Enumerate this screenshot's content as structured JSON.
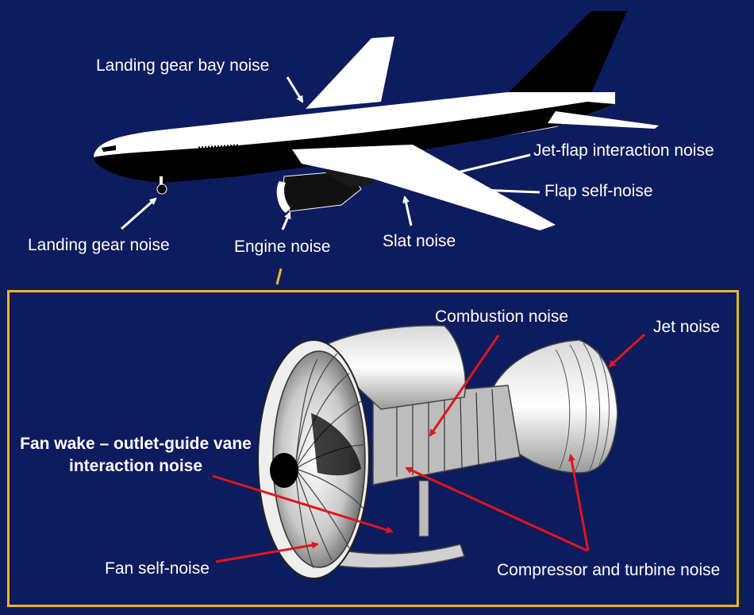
{
  "aircraft_labels": {
    "landing_gear_bay": "Landing gear bay noise",
    "jet_flap": "Jet-flap interaction noise",
    "flap_self": "Flap self-noise",
    "landing_gear": "Landing gear noise",
    "engine": "Engine noise",
    "slat": "Slat noise"
  },
  "engine_labels": {
    "combustion": "Combustion noise",
    "jet": "Jet noise",
    "fan_wake_line1": "Fan wake – outlet-guide vane",
    "fan_wake_line2": "interaction noise",
    "fan_self": "Fan self-noise",
    "compressor_turbine": "Compressor and turbine noise"
  },
  "colors": {
    "background": "#0d1c5e",
    "frame": "#f2b51c",
    "aircraft_arrow": "#ffffff",
    "engine_arrow": "#e0161b"
  }
}
